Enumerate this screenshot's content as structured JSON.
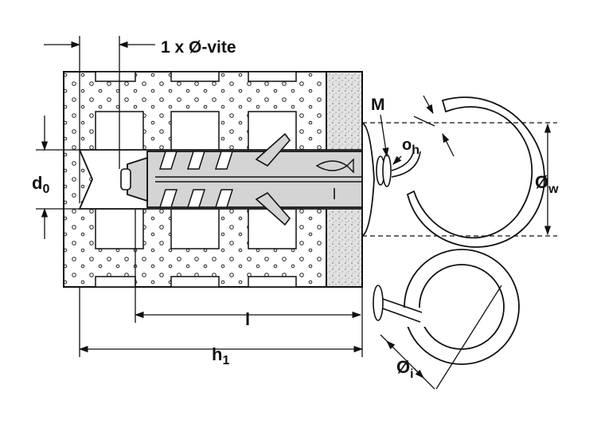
{
  "labels": {
    "screw_spacing": "1 x Ø-vite",
    "d0_main": "d",
    "d0_sub": "0",
    "M": "M",
    "oh_main": "o",
    "oh_sub": "h",
    "ow_main": "Ø",
    "ow_sub": "w",
    "l": "l",
    "h1_main": "h",
    "h1_sub": "1",
    "oi_main": "Ø",
    "oi_sub": "i"
  },
  "colors": {
    "line": "#111111",
    "wall_fill": "#e9e9e9",
    "plaster_fill": "#d9d9d9",
    "plug_fill": "#d4d4d4",
    "hook_fill": "#ffffff"
  }
}
